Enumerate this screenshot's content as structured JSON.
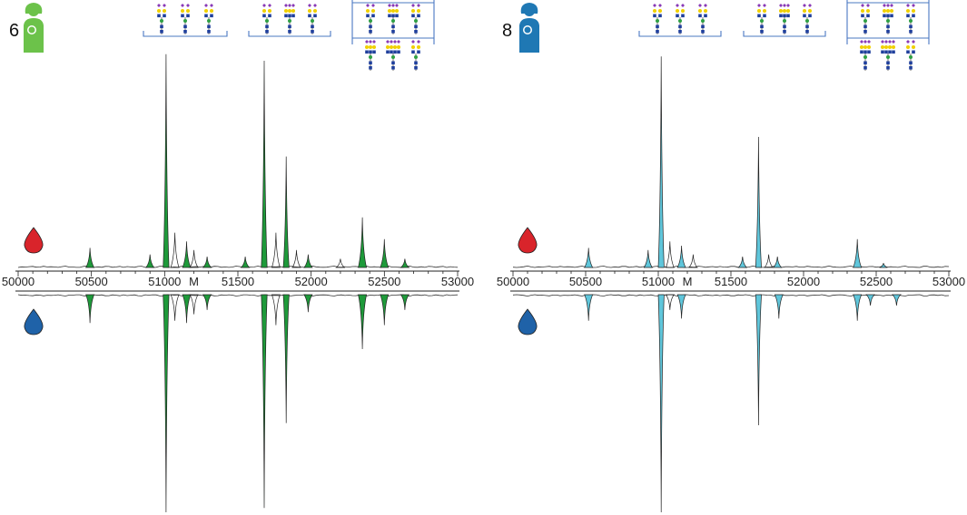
{
  "colors": {
    "left_fill": "#1e9a3a",
    "right_fill": "#5fc6db",
    "mother_left": "#6cc24a",
    "mother_right": "#1f78b4",
    "drop_top": "#d9242b",
    "drop_bottom": "#1f62a8",
    "bracket": "#4a78c2",
    "hexnac": "#1f3f9c",
    "hex": "#2ea043",
    "gal": "#f0d000",
    "sia": "#8a3bb8"
  },
  "icons": {
    "mother": "mother-with-baby-icon",
    "top_drop": "red-blood-drop-icon",
    "bottom_drop": "blue-blood-drop-icon",
    "glycan": "glycan-structure-icon"
  },
  "chart_data": [
    {
      "type": "mirror-spectrum",
      "panel_label": "6",
      "xlim": [
        50000,
        53000
      ],
      "ticks": [
        "50000",
        "50500",
        "51000",
        "M",
        "51500",
        "52000",
        "52500",
        "53000"
      ],
      "tick_values": [
        50000,
        50500,
        51000,
        51200,
        51500,
        52000,
        52500,
        53000
      ],
      "ylim": [
        -1,
        1
      ],
      "series": [
        {
          "peaks": [
            {
              "x": 50490,
              "y": 0.09,
              "fill": true
            },
            {
              "x": 50900,
              "y": 0.06,
              "fill": true
            },
            {
              "x": 51010,
              "y": 0.98,
              "fill": true
            },
            {
              "x": 51070,
              "y": 0.16,
              "fill": false
            },
            {
              "x": 51150,
              "y": 0.12,
              "fill": true
            },
            {
              "x": 51200,
              "y": 0.08,
              "fill": false
            },
            {
              "x": 51290,
              "y": 0.05,
              "fill": true
            },
            {
              "x": 51550,
              "y": 0.05,
              "fill": true
            },
            {
              "x": 51680,
              "y": 0.95,
              "fill": true
            },
            {
              "x": 51760,
              "y": 0.16,
              "fill": false
            },
            {
              "x": 51830,
              "y": 0.51,
              "fill": true
            },
            {
              "x": 51900,
              "y": 0.08,
              "fill": false
            },
            {
              "x": 51980,
              "y": 0.06,
              "fill": true
            },
            {
              "x": 52200,
              "y": 0.04,
              "fill": false
            },
            {
              "x": 52350,
              "y": 0.23,
              "fill": true
            },
            {
              "x": 52500,
              "y": 0.13,
              "fill": true
            },
            {
              "x": 52640,
              "y": 0.04,
              "fill": true
            }
          ]
        },
        {
          "peaks": [
            {
              "x": 50490,
              "y": -0.13,
              "fill": true
            },
            {
              "x": 51010,
              "y": -1.0,
              "fill": true
            },
            {
              "x": 51070,
              "y": -0.12,
              "fill": false
            },
            {
              "x": 51150,
              "y": -0.13,
              "fill": true
            },
            {
              "x": 51200,
              "y": -0.09,
              "fill": false
            },
            {
              "x": 51290,
              "y": -0.07,
              "fill": true
            },
            {
              "x": 51680,
              "y": -0.98,
              "fill": true
            },
            {
              "x": 51760,
              "y": -0.14,
              "fill": false
            },
            {
              "x": 51830,
              "y": -0.59,
              "fill": true
            },
            {
              "x": 51980,
              "y": -0.08,
              "fill": true
            },
            {
              "x": 52350,
              "y": -0.25,
              "fill": true
            },
            {
              "x": 52500,
              "y": -0.14,
              "fill": true
            },
            {
              "x": 52640,
              "y": -0.07,
              "fill": true
            }
          ]
        }
      ]
    },
    {
      "type": "mirror-spectrum",
      "panel_label": "8",
      "xlim": [
        50000,
        53000
      ],
      "ticks": [
        "50000",
        "50500",
        "51000",
        "M",
        "51500",
        "52000",
        "52500",
        "53000"
      ],
      "tick_values": [
        50000,
        50500,
        51000,
        51200,
        51500,
        52000,
        52500,
        53000
      ],
      "ylim": [
        -1,
        1
      ],
      "series": [
        {
          "peaks": [
            {
              "x": 50520,
              "y": 0.09,
              "fill": true
            },
            {
              "x": 50930,
              "y": 0.08,
              "fill": true
            },
            {
              "x": 51020,
              "y": 0.97,
              "fill": true
            },
            {
              "x": 51080,
              "y": 0.12,
              "fill": false
            },
            {
              "x": 51160,
              "y": 0.1,
              "fill": true
            },
            {
              "x": 51240,
              "y": 0.06,
              "fill": false
            },
            {
              "x": 51580,
              "y": 0.05,
              "fill": true
            },
            {
              "x": 51690,
              "y": 0.6,
              "fill": true
            },
            {
              "x": 51760,
              "y": 0.06,
              "fill": false
            },
            {
              "x": 51820,
              "y": 0.05,
              "fill": true
            },
            {
              "x": 52370,
              "y": 0.13,
              "fill": true
            },
            {
              "x": 52550,
              "y": 0.02,
              "fill": true
            }
          ]
        },
        {
          "peaks": [
            {
              "x": 50520,
              "y": -0.12,
              "fill": true
            },
            {
              "x": 51020,
              "y": -1.0,
              "fill": true
            },
            {
              "x": 51080,
              "y": -0.07,
              "fill": false
            },
            {
              "x": 51160,
              "y": -0.11,
              "fill": true
            },
            {
              "x": 51690,
              "y": -0.6,
              "fill": true
            },
            {
              "x": 51830,
              "y": -0.11,
              "fill": true
            },
            {
              "x": 52370,
              "y": -0.12,
              "fill": true
            },
            {
              "x": 52460,
              "y": -0.05,
              "fill": true
            },
            {
              "x": 52640,
              "y": -0.05,
              "fill": true
            }
          ]
        }
      ]
    }
  ],
  "glycan_groups": [
    {
      "glycans": [
        {
          "sia": 2
        },
        {
          "sia": 2
        },
        {
          "sia": 2
        }
      ]
    },
    {
      "glycans": [
        {
          "sia": 2
        },
        {
          "sia": 3
        },
        {
          "sia": 2
        }
      ]
    },
    {
      "glycans": [
        {
          "sia": 2
        },
        {
          "sia": 3
        },
        {
          "sia": 2
        },
        {
          "sia": 3
        },
        {
          "sia": 4
        },
        {
          "sia": 2
        }
      ]
    }
  ]
}
